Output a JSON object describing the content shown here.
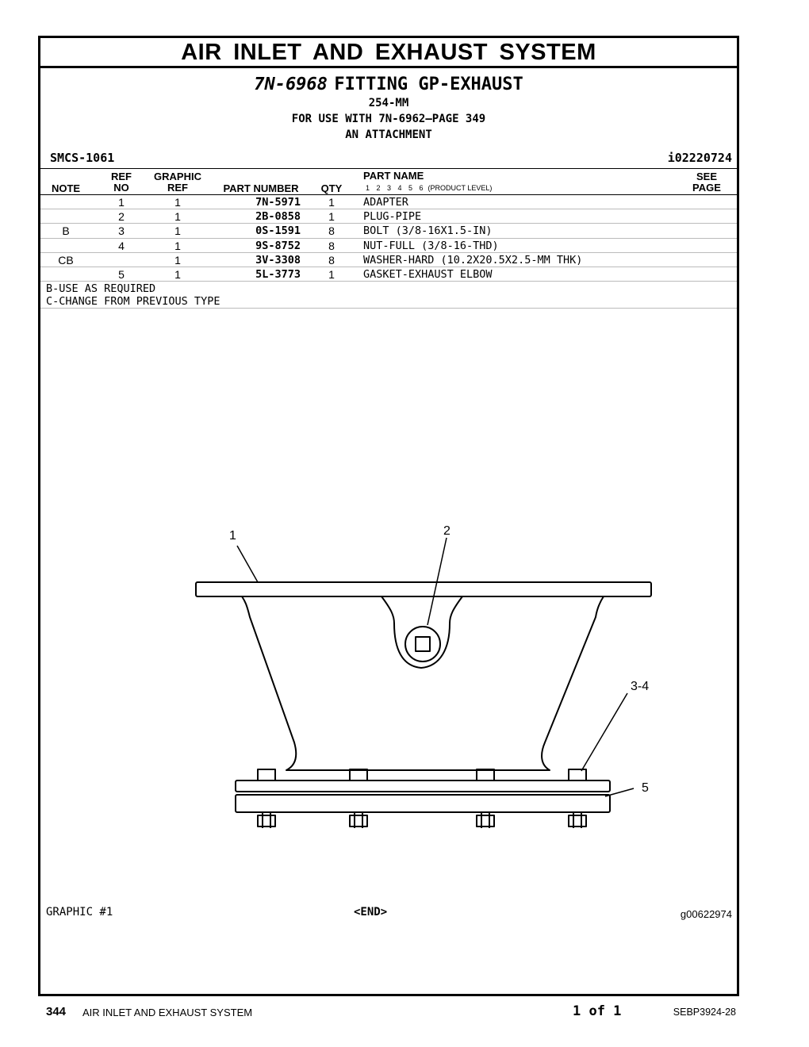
{
  "header": {
    "section_title": "AIR INLET AND EXHAUST SYSTEM",
    "group_number": "7N-6968",
    "group_name": "FITTING GP-EXHAUST",
    "sub_lines": [
      "254-MM",
      "FOR USE WITH 7N-6962—PAGE 349",
      "AN ATTACHMENT"
    ],
    "smcs": "SMCS-1061",
    "illustration_id": "i02220724"
  },
  "columns": {
    "note": "NOTE",
    "ref_top": "REF",
    "ref_bottom": "NO",
    "graphic_top": "GRAPHIC",
    "graphic_bottom": "REF",
    "part_number": "PART NUMBER",
    "qty": "QTY",
    "part_name": "PART NAME",
    "levels": "1 2 3 4 5 6",
    "product_level": "(PRODUCT LEVEL)",
    "see_top": "SEE",
    "see_bottom": "PAGE"
  },
  "parts": [
    {
      "note": "",
      "ref": "1",
      "graphic": "1",
      "part_number": "7N-5971",
      "qty": "1",
      "name": "ADAPTER"
    },
    {
      "note": "",
      "ref": "2",
      "graphic": "1",
      "part_number": "2B-0858",
      "qty": "1",
      "name": "PLUG-PIPE"
    },
    {
      "note": "B",
      "ref": "3",
      "graphic": "1",
      "part_number": "0S-1591",
      "qty": "8",
      "name": "BOLT (3/8-16X1.5-IN)"
    },
    {
      "note": "",
      "ref": "4",
      "graphic": "1",
      "part_number": "9S-8752",
      "qty": "8",
      "name": "NUT-FULL (3/8-16-THD)"
    },
    {
      "note": "CB",
      "ref": "",
      "graphic": "1",
      "part_number": "3V-3308",
      "qty": "8",
      "name": "WASHER-HARD (10.2X20.5X2.5-MM THK)"
    },
    {
      "note": "",
      "ref": "5",
      "graphic": "1",
      "part_number": "5L-3773",
      "qty": "1",
      "name": "GASKET-EXHAUST ELBOW"
    }
  ],
  "notes": [
    "B-USE AS REQUIRED",
    "C-CHANGE FROM PREVIOUS TYPE"
  ],
  "drawing": {
    "callouts": [
      "1",
      "2",
      "3-4",
      "5"
    ]
  },
  "graphic": {
    "label": "GRAPHIC #1",
    "end": "<END>",
    "id": "g00622974"
  },
  "footer": {
    "page_number": "344",
    "section": "AIR INLET AND EXHAUST SYSTEM",
    "page_of": "1 of 1",
    "doc_number": "SEBP3924-28"
  }
}
